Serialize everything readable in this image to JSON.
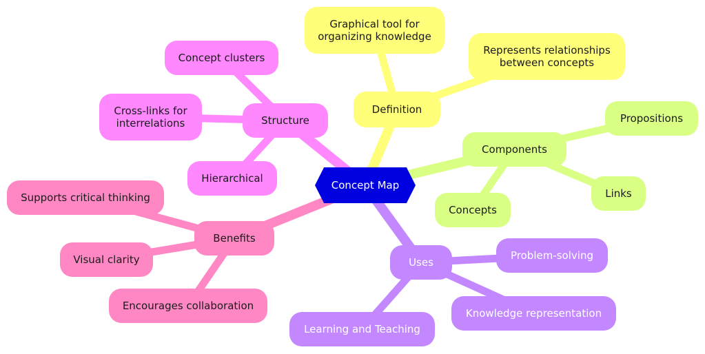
{
  "diagram": {
    "root": {
      "label": "Concept Map",
      "color": "#0000e0"
    },
    "branches": [
      {
        "id": "definition",
        "label": "Definition",
        "color": "#ffff7a",
        "children": [
          "Graphical tool for organizing knowledge",
          "Represents relationships between concepts"
        ]
      },
      {
        "id": "structure",
        "label": "Structure",
        "color": "#ff88ff",
        "children": [
          "Concept clusters",
          "Cross-links for interrelations",
          "Hierarchical"
        ]
      },
      {
        "id": "benefits",
        "label": "Benefits",
        "color": "#ff88c4",
        "children": [
          "Supports critical thinking",
          "Visual clarity",
          "Encourages collaboration"
        ]
      },
      {
        "id": "uses",
        "label": "Uses",
        "color": "#c388ff",
        "children": [
          "Problem-solving",
          "Knowledge representation",
          "Learning and Teaching"
        ]
      },
      {
        "id": "components",
        "label": "Components",
        "color": "#d9ff85",
        "children": [
          "Propositions",
          "Links",
          "Concepts"
        ]
      }
    ],
    "edges": [
      [
        "Concept Map",
        "Definition"
      ],
      [
        "Concept Map",
        "Structure"
      ],
      [
        "Concept Map",
        "Benefits"
      ],
      [
        "Concept Map",
        "Uses"
      ],
      [
        "Concept Map",
        "Components"
      ],
      [
        "Definition",
        "Graphical tool for organizing knowledge"
      ],
      [
        "Definition",
        "Represents relationships between concepts"
      ],
      [
        "Structure",
        "Concept clusters"
      ],
      [
        "Structure",
        "Cross-links for interrelations"
      ],
      [
        "Structure",
        "Hierarchical"
      ],
      [
        "Benefits",
        "Supports critical thinking"
      ],
      [
        "Benefits",
        "Visual clarity"
      ],
      [
        "Benefits",
        "Encourages collaboration"
      ],
      [
        "Uses",
        "Problem-solving"
      ],
      [
        "Uses",
        "Knowledge representation"
      ],
      [
        "Uses",
        "Learning and Teaching"
      ],
      [
        "Components",
        "Propositions"
      ],
      [
        "Components",
        "Links"
      ],
      [
        "Components",
        "Concepts"
      ]
    ]
  }
}
